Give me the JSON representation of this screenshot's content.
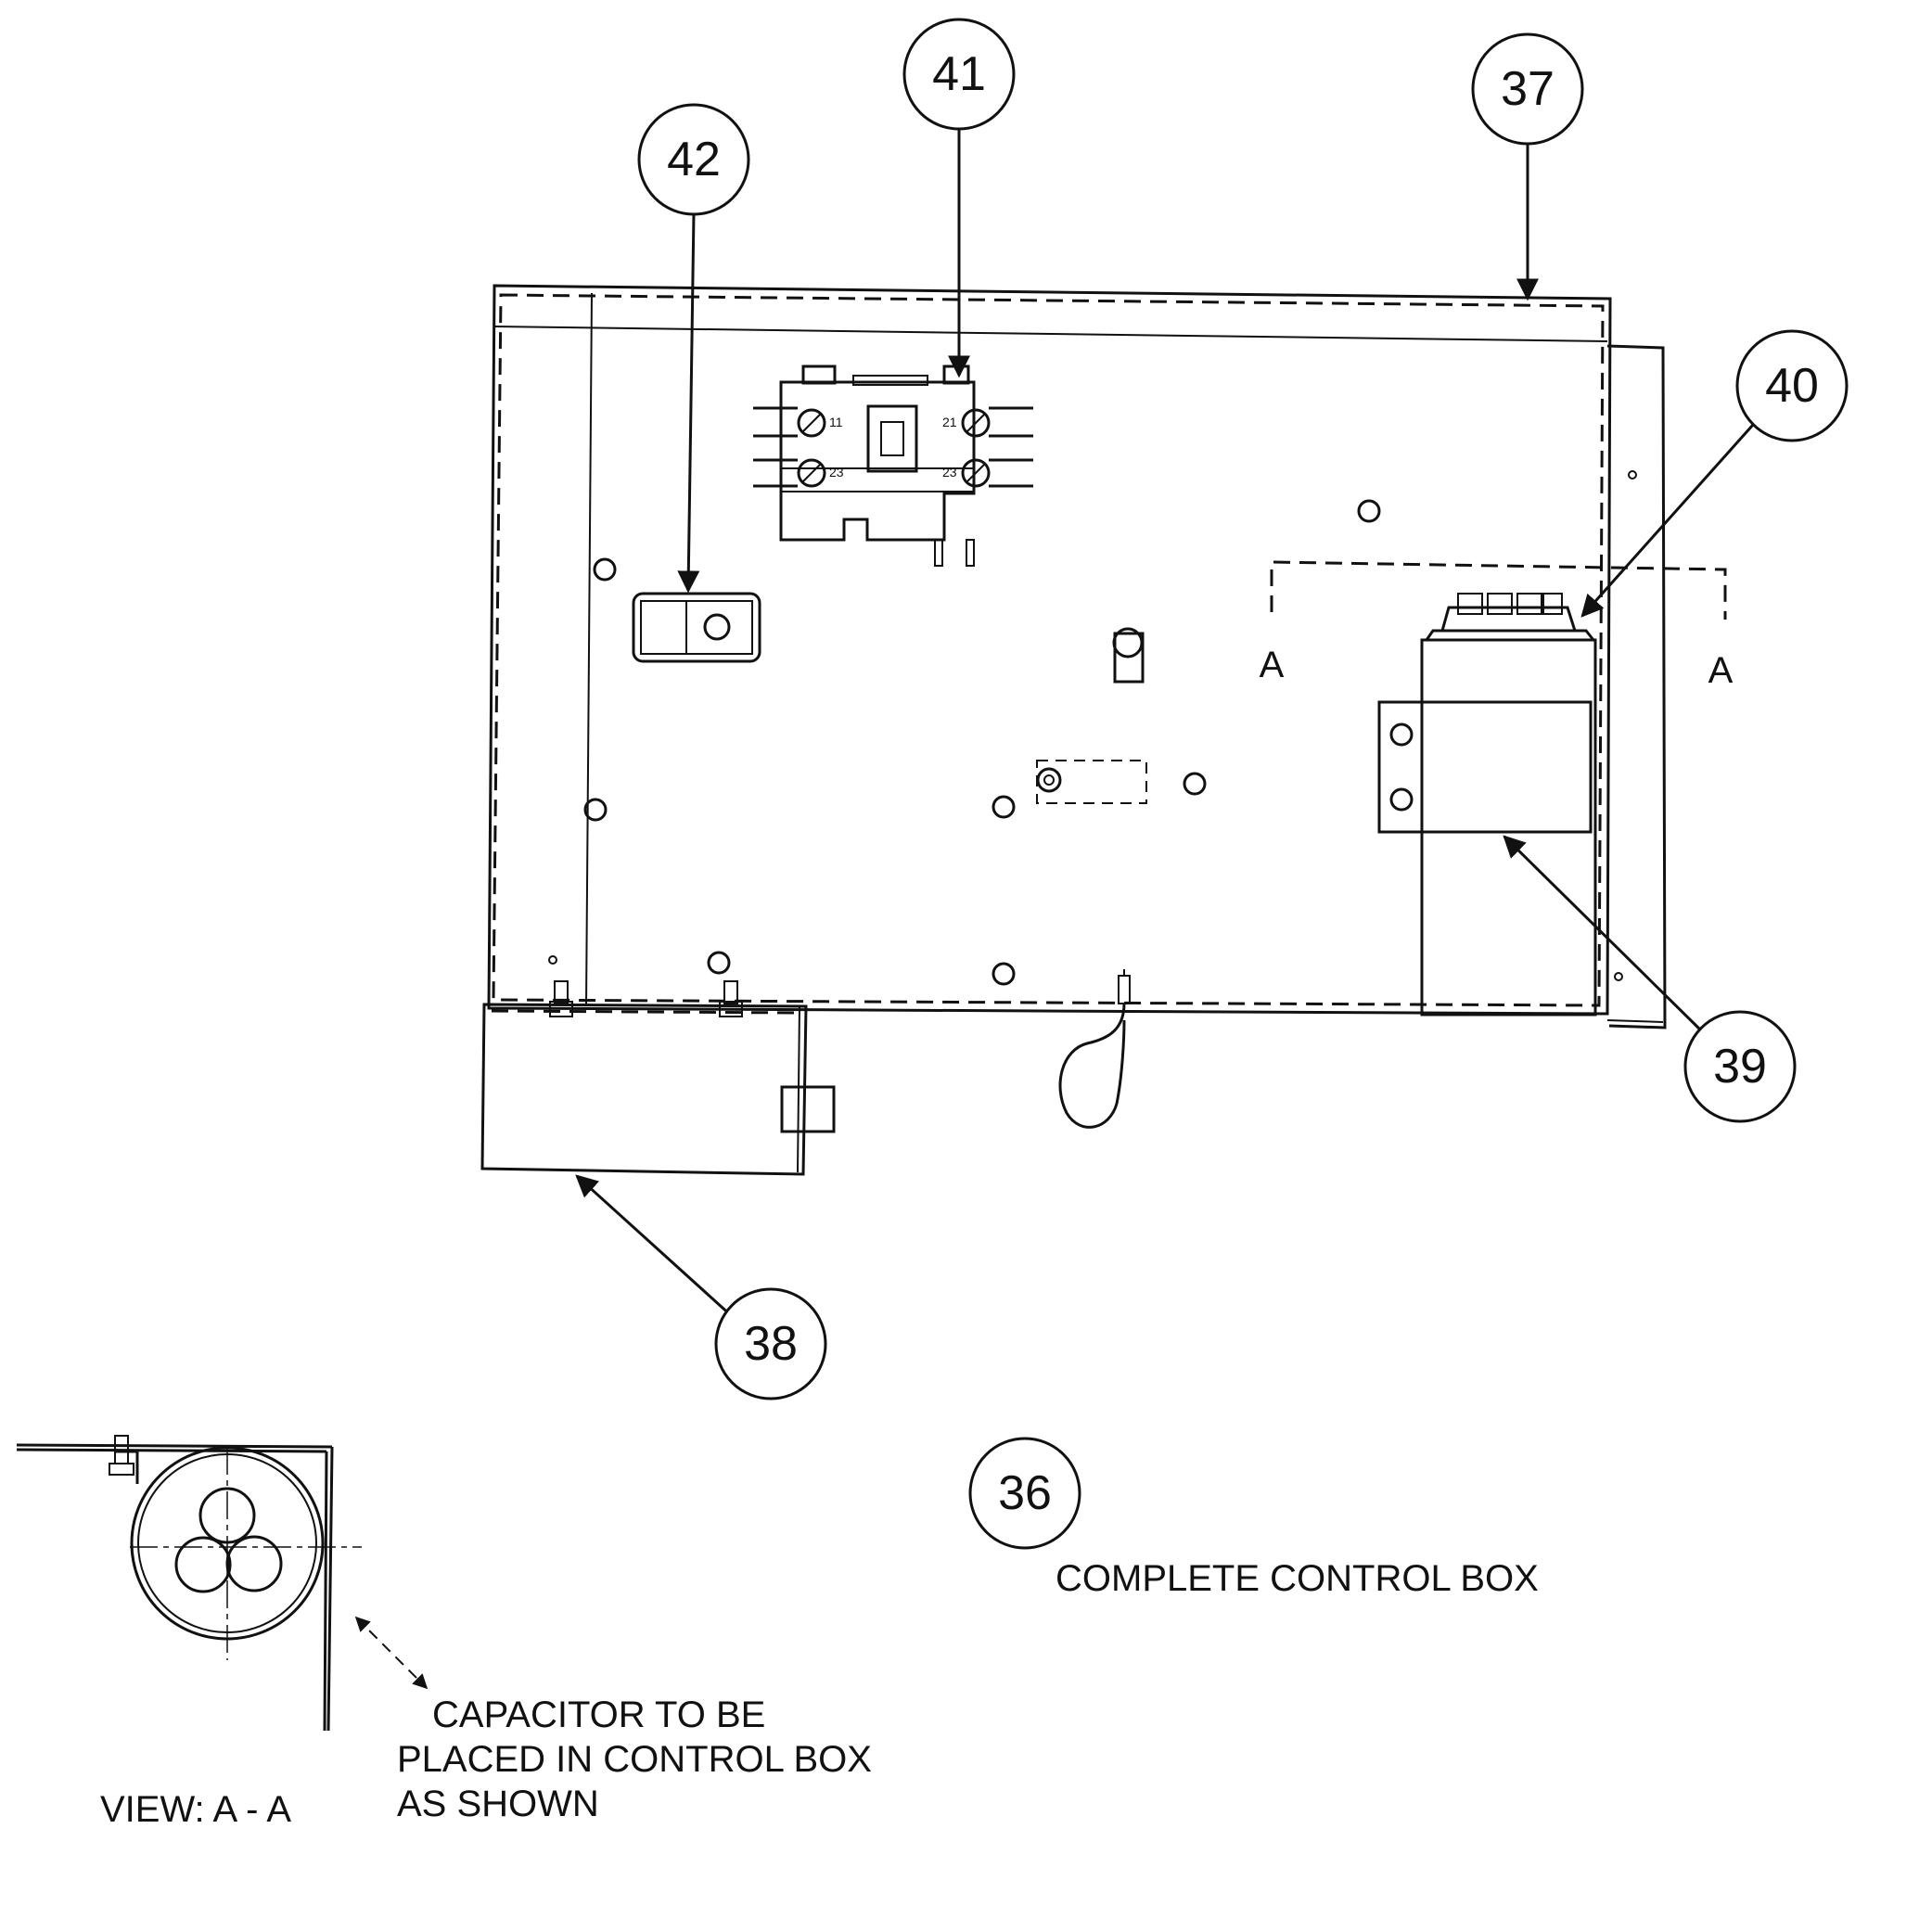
{
  "callouts": {
    "c36": "36",
    "c37": "37",
    "c38": "38",
    "c39": "39",
    "c40": "40",
    "c41": "41",
    "c42": "42"
  },
  "section_marks": {
    "left": "A",
    "right": "A"
  },
  "contactor_terminals": {
    "t11": "11",
    "t21": "21",
    "t23_left": "23",
    "t23_right": "23"
  },
  "labels": {
    "complete_control_box": "COMPLETE CONTROL BOX",
    "view_title": "VIEW:  A - A",
    "capacitor_note": [
      "CAPACITOR TO BE",
      "PLACED IN CONTROL BOX",
      "AS SHOWN"
    ]
  }
}
